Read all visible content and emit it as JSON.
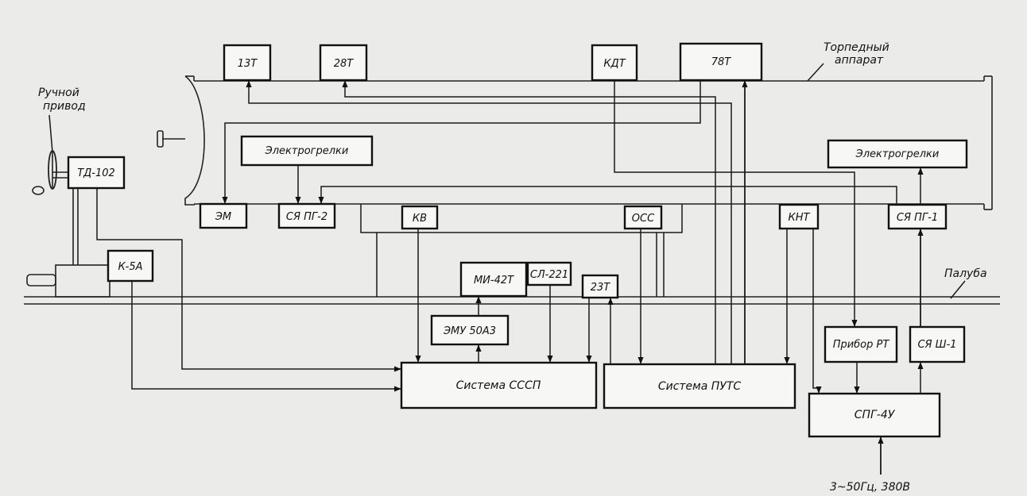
{
  "labels": {
    "b13t": "13Т",
    "b28t": "28Т",
    "kdt": "КДТ",
    "b78t": "78Т",
    "torpedo_apparatus_1": "Торпедный",
    "torpedo_apparatus_2": "аппарат",
    "manual_drive_1": "Ручной",
    "manual_drive_2": "привод",
    "td102": "ТД-102",
    "k5a": "К-5А",
    "electroheaters_left": "Электрогрелки",
    "electroheaters_right": "Электрогрелки",
    "em": "ЭМ",
    "syapg2": "СЯ ПГ-2",
    "kv": "КВ",
    "oss": "ОСС",
    "knt": "КНТ",
    "syapg1": "СЯ ПГ-1",
    "mi42t": "МИ-42Т",
    "sl221": "СЛ-221",
    "b23t": "23Т",
    "emu50a3": "ЭМУ 50А3",
    "sssp": "Система СССП",
    "puts": "Система ПУТС",
    "pribor_rt": "Прибор РТ",
    "syash1": "СЯ Ш-1",
    "spg4u": "СПГ-4У",
    "deck": "Палуба",
    "power": "3~50Гц, 380В"
  }
}
